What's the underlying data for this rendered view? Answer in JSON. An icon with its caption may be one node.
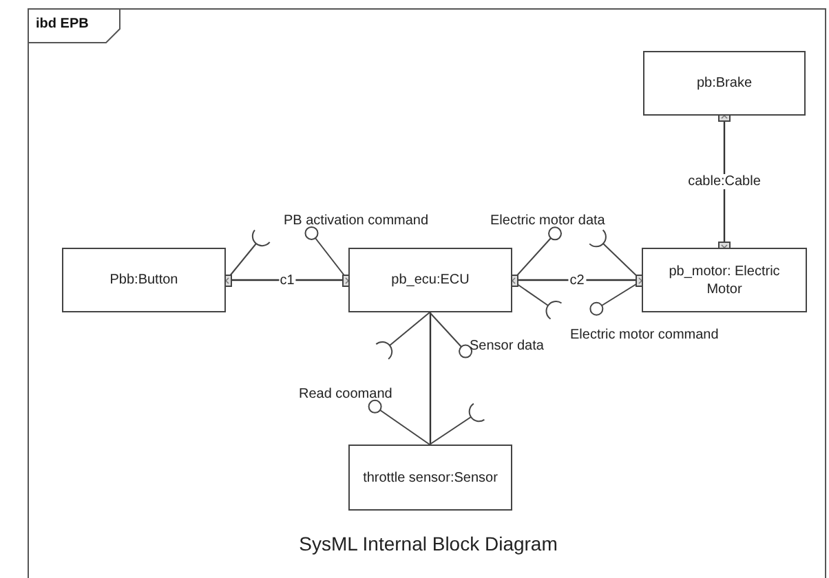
{
  "diagram": {
    "caption": "SysML Internal Block Diagram",
    "nodes": [
      {
        "text": [
          "ibd EPB"
        ]
      },
      {
        "text": [
          "pb:Brake"
        ],
        "in": 0
      },
      {
        "text": [
          "Pbb:Button"
        ],
        "in": 0
      },
      {
        "text": [
          "pb_ecu:ECU"
        ],
        "in": 0
      },
      {
        "text": [
          "pb_motor: Electric Motor"
        ],
        "in": 0
      },
      {
        "text": [
          "throttle sensor:Sensor"
        ],
        "in": 0
      }
    ],
    "edges": [
      {
        "from": 2,
        "to": 3,
        "arrow": "none",
        "label": "c1"
      },
      {
        "from": 3,
        "to": 4,
        "arrow": "none",
        "label": "c2"
      },
      {
        "from": 1,
        "to": 4,
        "arrow": "none",
        "label": "cable:Cable"
      },
      {
        "from": 3,
        "to": 5,
        "arrow": "none"
      }
    ],
    "labels": [
      "PB activation command",
      "Electric motor data",
      "Electric motor command",
      "Sensor data",
      "Read coomand"
    ]
  }
}
